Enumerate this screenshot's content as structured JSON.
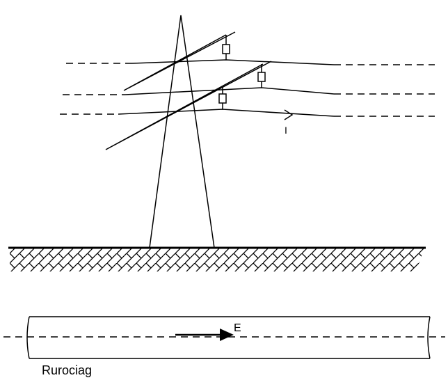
{
  "labels": {
    "current": "I",
    "field": "E",
    "pipeline": "Rurociag"
  }
}
